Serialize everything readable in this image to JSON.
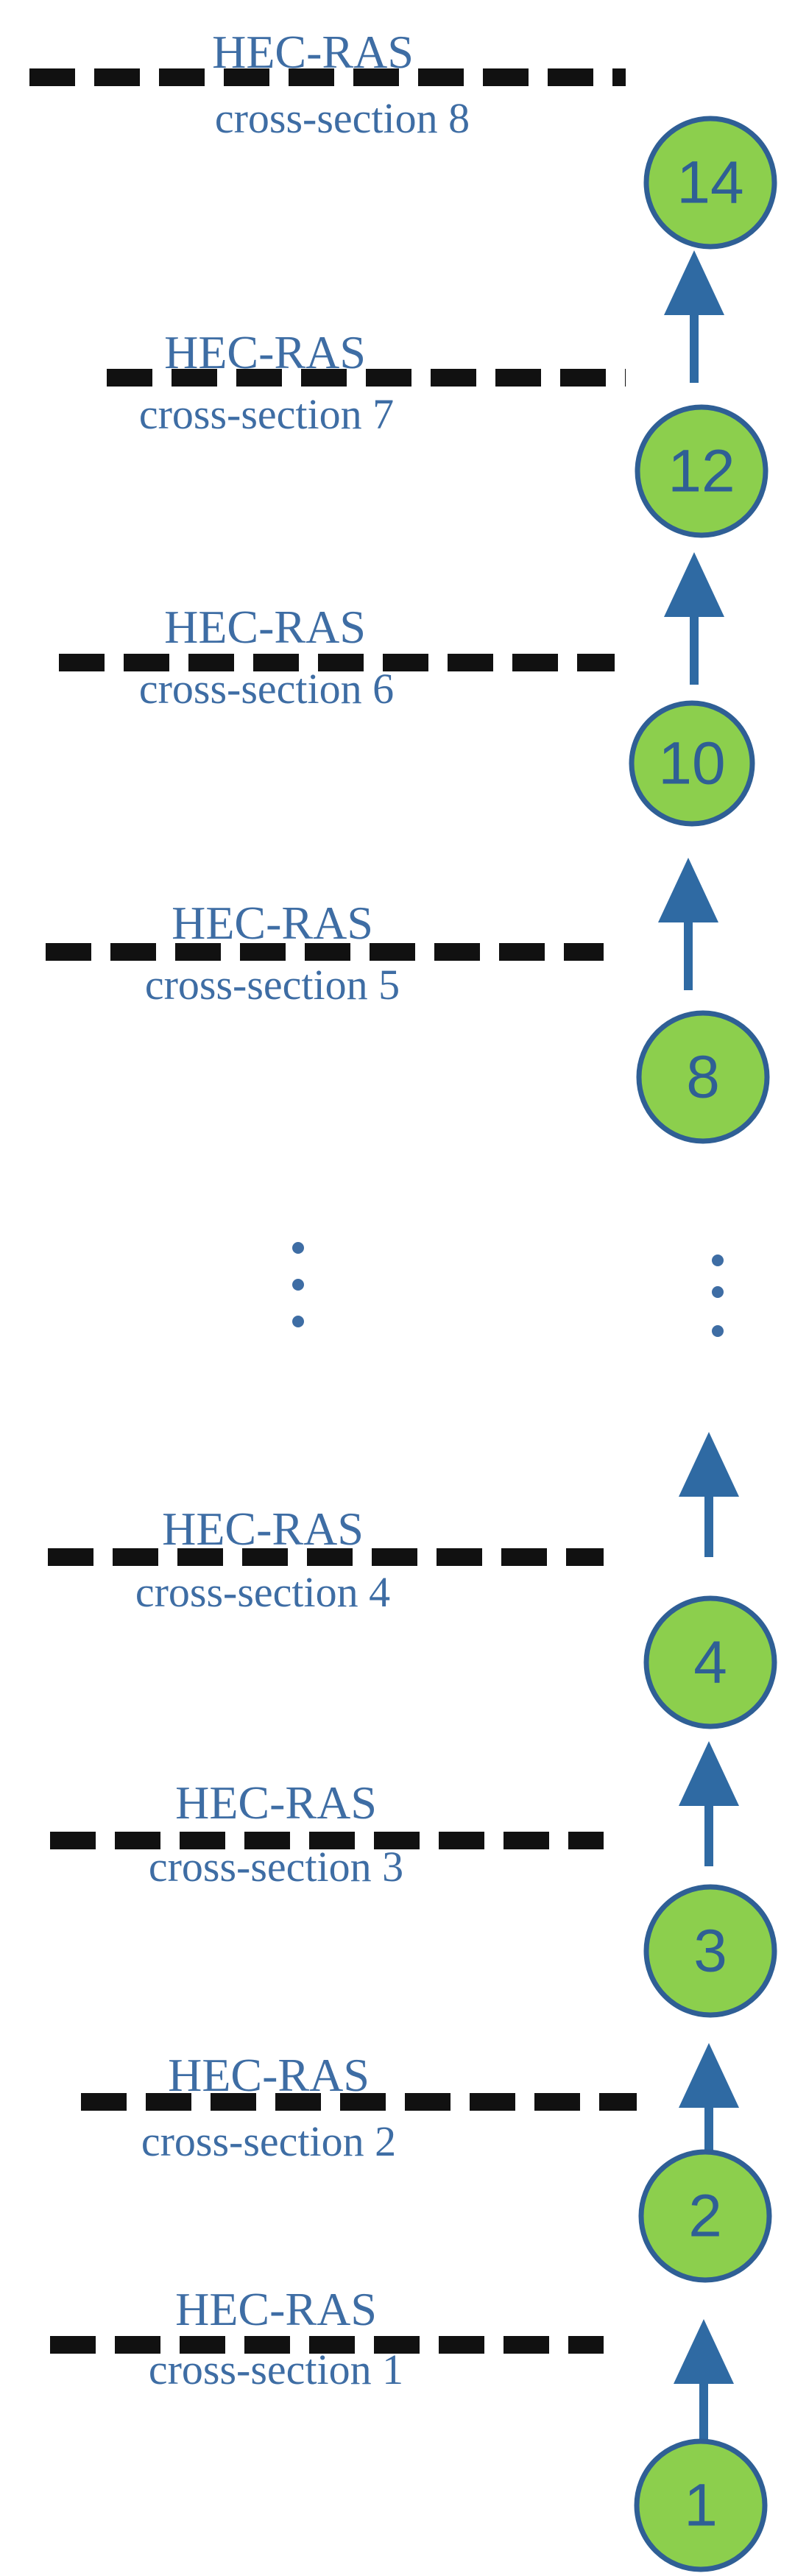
{
  "colors": {
    "line": "#111111",
    "label": "#3e6da4",
    "node_fill": "#8ccf4d",
    "node_stroke": "#2f5f95",
    "arrow": "#2f6aa3"
  },
  "cross_sections": [
    {
      "title": "HEC-RAS",
      "subtitle": "cross-section 8"
    },
    {
      "title": "HEC-RAS",
      "subtitle": "cross-section 7"
    },
    {
      "title": "HEC-RAS",
      "subtitle": "cross-section 6"
    },
    {
      "title": "HEC-RAS",
      "subtitle": "cross-section 5"
    },
    {
      "title": "HEC-RAS",
      "subtitle": "cross-section 4"
    },
    {
      "title": "HEC-RAS",
      "subtitle": "cross-section 3"
    },
    {
      "title": "HEC-RAS",
      "subtitle": "cross-section 2"
    },
    {
      "title": "HEC-RAS",
      "subtitle": "cross-section 1"
    }
  ],
  "nodes": [
    "14",
    "12",
    "10",
    "8",
    "4",
    "3",
    "2",
    "1"
  ]
}
